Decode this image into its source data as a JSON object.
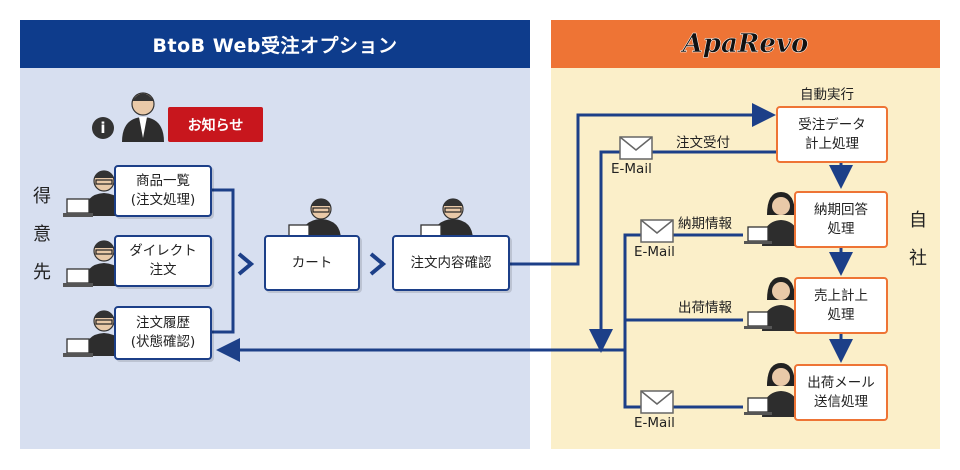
{
  "left": {
    "title": "BtoB Web受注オプション",
    "notice": "お知らせ",
    "customer_label": [
      "得",
      "意",
      "先"
    ],
    "boxes": {
      "products": [
        "商品一覧",
        "(注文処理)"
      ],
      "direct": [
        "ダイレクト",
        "注文"
      ],
      "history": [
        "注文履歴",
        "(状態確認)"
      ],
      "cart": "カート",
      "confirm": "注文内容確認"
    }
  },
  "right": {
    "logo": "ApaRevo",
    "auto": "自動実行",
    "company_label": [
      "自",
      "社"
    ],
    "boxes": {
      "order": [
        "受注データ",
        "計上処理"
      ],
      "delivery": [
        "納期回答",
        "処理"
      ],
      "sales": [
        "売上計上",
        "処理"
      ],
      "mail": [
        "出荷メール",
        "送信処理"
      ]
    },
    "labels": {
      "order_received": "注文受付",
      "delivery_info": "納期情報",
      "shipping_info": "出荷情報",
      "email_1": "E-Mail",
      "email_2": "E-Mail",
      "email_3": "E-Mail"
    }
  },
  "colors": {
    "navy": "#0e3c8c",
    "line": "#1c3f88",
    "orange": "#ee7435",
    "red": "#c8161d"
  }
}
